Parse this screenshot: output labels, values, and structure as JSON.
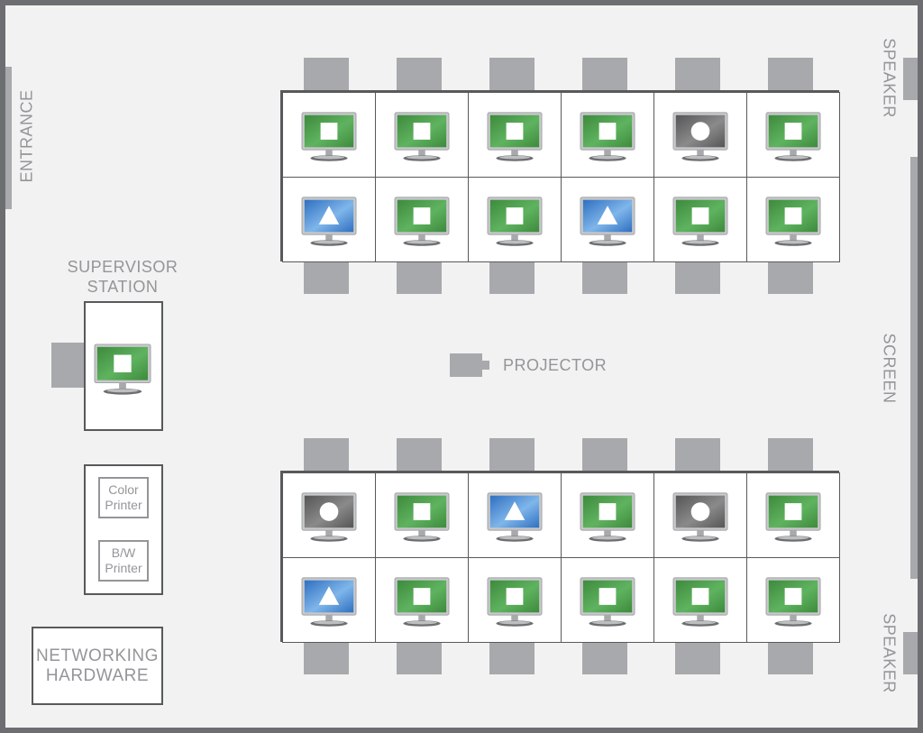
{
  "labels": {
    "entrance": "ENTRANCE",
    "speaker_top": "SPEAKER",
    "speaker_bottom": "SPEAKER",
    "screen": "SCREEN",
    "projector": "PROJECTOR",
    "supervisor_line1": "SUPERVISOR",
    "supervisor_line2": "STATION",
    "color_printer_line1": "Color",
    "color_printer_line2": "Printer",
    "bw_printer_line1": "B/W",
    "bw_printer_line2": "Printer",
    "networking_line1": "NETWORKING",
    "networking_line2": "HARDWARE"
  },
  "monitor_types": {
    "green-square": {
      "screen": [
        "#3d8a3d",
        "#5fb35f"
      ],
      "glyph": "square"
    },
    "blue-triangle": {
      "screen": [
        "#2f6fc0",
        "#7fb6ea"
      ],
      "glyph": "triangle"
    },
    "gray-circle": {
      "screen": [
        "#555555",
        "#8a8a8a"
      ],
      "glyph": "circle"
    }
  },
  "top_block": {
    "rows": [
      [
        "green-square",
        "green-square",
        "green-square",
        "green-square",
        "gray-circle",
        "green-square"
      ],
      [
        "blue-triangle",
        "green-square",
        "green-square",
        "blue-triangle",
        "green-square",
        "green-square"
      ]
    ]
  },
  "bottom_block": {
    "rows": [
      [
        "gray-circle",
        "green-square",
        "blue-triangle",
        "green-square",
        "gray-circle",
        "green-square"
      ],
      [
        "blue-triangle",
        "green-square",
        "green-square",
        "green-square",
        "green-square",
        "green-square"
      ]
    ]
  },
  "supervisor_monitor": "green-square",
  "colors": {
    "wall": "#6d6e71",
    "furniture": "#a7a9ac",
    "label": "#939598"
  }
}
